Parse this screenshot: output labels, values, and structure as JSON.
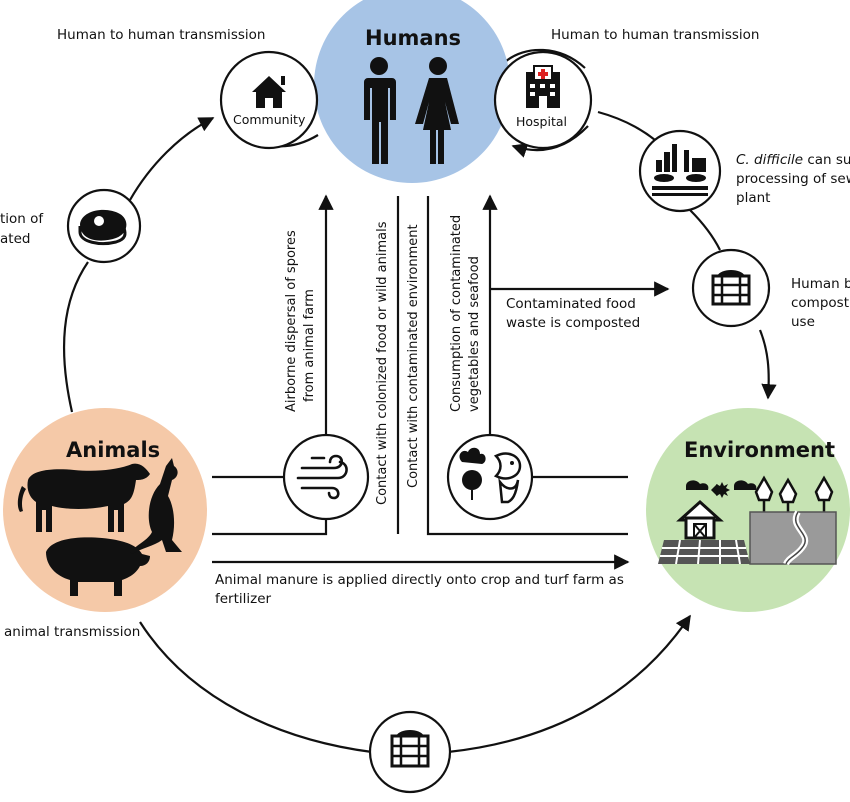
{
  "nodes": {
    "humans": "Humans",
    "animals": "Animals",
    "environment": "Environment",
    "community": "Community",
    "hospital": "Hospital"
  },
  "labels": {
    "h2h_left": "Human to human transmission",
    "h2h_right": "Human to human transmission",
    "meat_line1": "tion of",
    "meat_line2": "ated",
    "sewage_italic": "C. difficile",
    "sewage_line1_rest": " can sur",
    "sewage_line2": "processing of sew",
    "sewage_line3": "plant",
    "compost_line1": "Human b",
    "compost_line2": "compost",
    "compost_line3": "use",
    "food_waste_line1": "Contaminated food",
    "food_waste_line2": "waste is composted",
    "airborne_line1": "Airborne dispersal of spores",
    "airborne_line2": "from animal farm",
    "contact_food": "Contact with colonized food or wild animals",
    "contact_env": "Contact with contaminated environment",
    "consumption_line1": "Consumption of contaminated",
    "consumption_line2": "vegetables and seafood",
    "manure_line1": "Animal manure is applied directly onto crop and turf farm as",
    "manure_line2": "fertilizer",
    "a2a": "animal transmission"
  },
  "colors": {
    "humans_fill": "#a7c4e6",
    "animals_fill": "#f5c9a8",
    "environment_fill": "#c6e3b3",
    "stroke": "#111111"
  },
  "icons": [
    "house-icon",
    "hospital-icon",
    "man-icon",
    "woman-icon",
    "meat-icon",
    "factory-icon",
    "compost-bin-icon",
    "wind-icon",
    "vegetable-fish-icon",
    "cow-icon",
    "pig-icon",
    "kangaroo-icon",
    "farm-icon",
    "river-icon"
  ]
}
